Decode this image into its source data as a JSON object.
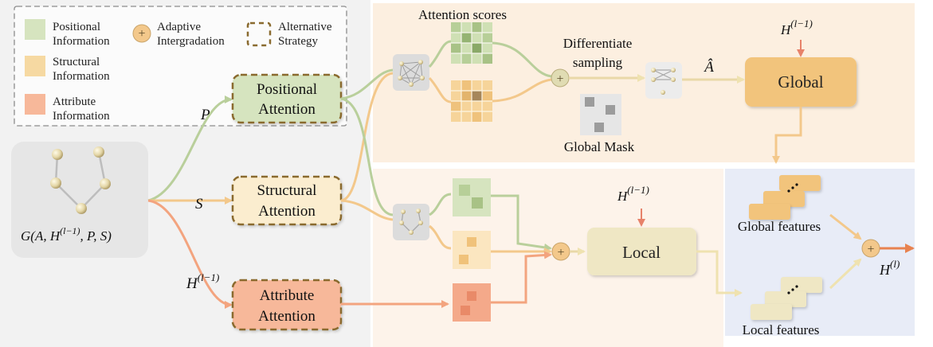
{
  "legend": {
    "positional": [
      "Positional",
      "Information"
    ],
    "structural": [
      "Structural",
      "Information"
    ],
    "attribute": [
      "Attribute",
      "Information"
    ],
    "adaptive": [
      "Adaptive",
      "Intergradation"
    ],
    "alternative": [
      "Alternative",
      "Strategy"
    ],
    "plus_symbol": "+"
  },
  "graph_input": {
    "label_start": "G(A, H",
    "label_sup": "(l−1)",
    "label_end": ", P, S)"
  },
  "edge_labels": {
    "p": "P",
    "s": "S",
    "h": "H",
    "h_sup": "(l−1)"
  },
  "attention_blocks": {
    "positional": [
      "Positional",
      "Attention"
    ],
    "structural": [
      "Structural",
      "Attention"
    ],
    "attribute": [
      "Attribute",
      "Attention"
    ]
  },
  "global_branch": {
    "attention_scores": "Attention scores",
    "differentiate_sampling": [
      "Differentiate",
      "sampling"
    ],
    "a_hat": "Â",
    "global_mask": "Global Mask",
    "global_label": "Global",
    "h_in": "H",
    "h_in_sup": "(l−1)"
  },
  "local_branch": {
    "local_label": "Local",
    "h_in": "H",
    "h_in_sup": "(l−1)"
  },
  "output": {
    "global_features": "Global features",
    "local_features": "Local features",
    "h_out": "H",
    "h_out_sup": "(l)"
  },
  "colors": {
    "positional": "#d6e4bf",
    "structural": "#f6d9a2",
    "attribute": "#f7b89a",
    "global_bg": "#fcefe0",
    "local_bg": "#fdf3ea",
    "output_bg": "#e8ecf7",
    "left_bg": "#f2f2f2",
    "global_node": "#f2c47c",
    "local_node": "#efe7c4",
    "dashed_border": "#8a6b2f",
    "arrow_green": "#b9cf9b",
    "arrow_orange": "#f3c88b",
    "arrow_salmon": "#f3a47f"
  }
}
